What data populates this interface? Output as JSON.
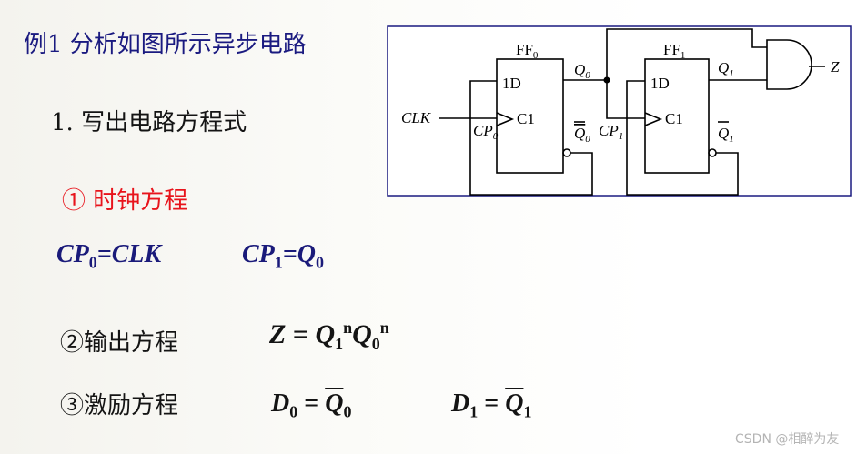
{
  "slide": {
    "title": "例1 分析如图所示异步电路",
    "subtitle": "1. 写出电路方程式",
    "clock_heading": "① 时钟方程",
    "clock_eq_0": {
      "lhs": "CP",
      "lhs_sub": "0",
      "rhs": "=CLK"
    },
    "clock_eq_1": {
      "lhs": "CP",
      "lhs_sub": "1",
      "mid": "=Q",
      "mid_sub": "0"
    },
    "output_label": "②输出方程",
    "output_eq": {
      "lhs": "Z",
      "eq": "=",
      "q1": "Q",
      "q1_sup": "n",
      "q1_sub": "1",
      "q0": "Q",
      "q0_sup": "n",
      "q0_sub": "0"
    },
    "excitation_label": "③激励方程",
    "excitation_eq_0": {
      "lhs": "D",
      "lhs_sub": "0",
      "eq": "=",
      "rhs": "Q",
      "rhs_sub": "0"
    },
    "excitation_eq_1": {
      "lhs": "D",
      "lhs_sub": "1",
      "eq": "=",
      "rhs": "Q",
      "rhs_sub": "1"
    },
    "watermark": "CSDN @相醉为友"
  },
  "circuit": {
    "ff0_name": "FF",
    "ff0_sub": "0",
    "ff1_name": "FF",
    "ff1_sub": "1",
    "d_label": "1D",
    "c_label": "C1",
    "clk_label": "CLK",
    "cp0": "CP",
    "cp0_sub": "0",
    "cp1": "CP",
    "cp1_sub": "1",
    "q0": "Q",
    "q0_sub": "0",
    "q0_bar": "Q",
    "q0_bar_sub": "0",
    "q1": "Q",
    "q1_sub": "1",
    "q1_bar": "Q",
    "q1_bar_sub": "1",
    "z": "Z"
  },
  "colors": {
    "title": "#1a1a80",
    "heading_red": "#e8141c",
    "equation_blue": "#1a1a7a",
    "border": "#1a1a80"
  }
}
